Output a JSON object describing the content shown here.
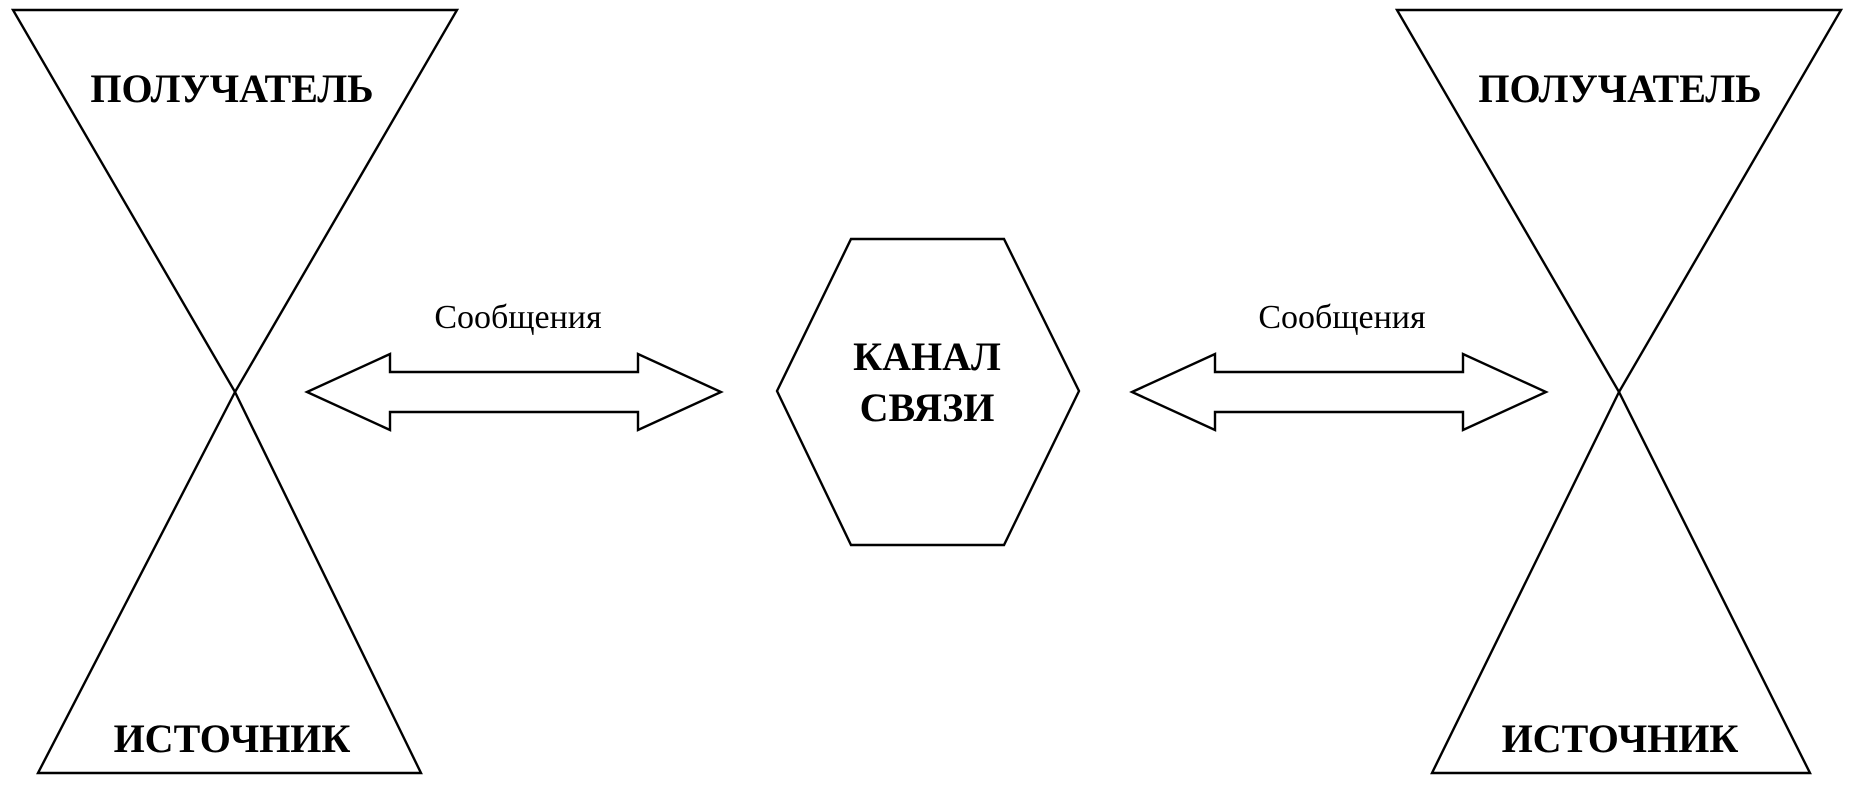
{
  "diagram": {
    "left_node": {
      "top_label": "ПОЛУЧАТЕЛЬ",
      "bottom_label": "ИСТОЧНИК"
    },
    "right_node": {
      "top_label": "ПОЛУЧАТЕЛЬ",
      "bottom_label": "ИСТОЧНИК"
    },
    "channel": {
      "line1": "КАНАЛ",
      "line2": "СВЯЗИ"
    },
    "left_arrow": {
      "label": "Сообщения"
    },
    "right_arrow": {
      "label": "Сообщения"
    }
  }
}
